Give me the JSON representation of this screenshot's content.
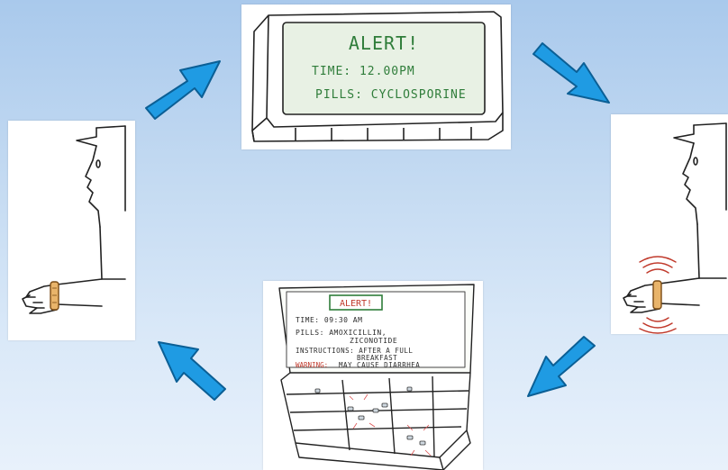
{
  "top_panel": {
    "alert": "ALERT!",
    "time": "TIME: 12.00PM",
    "pills": "PILLS: CYCLOSPORINE"
  },
  "bottom_panel": {
    "alert": "ALERT!",
    "time": "TIME: 09:30 AM",
    "pills_line1": "PILLS: AMOXICILLIN,",
    "pills_line2": "ZICONOTIDE",
    "instructions_line1": "INSTRUCTIONS: AFTER A FULL",
    "instructions_line2": "BREAKFAST",
    "warning_label": "WARNING:",
    "warning_text": "MAY CAUSE DIARRHEA"
  },
  "colors": {
    "arrow": "#1f9be3",
    "arrow_outline": "#0b5f95",
    "handwriting_green": "#2f7d3a",
    "vibration_red": "#c0392b"
  },
  "icons": [
    "arrow-icon",
    "wristband-icon",
    "vibration-waves-icon",
    "pill-organizer-icon"
  ]
}
